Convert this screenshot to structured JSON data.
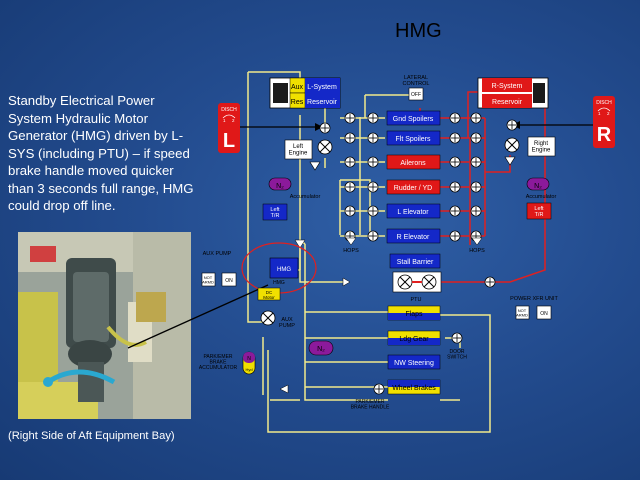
{
  "title": "HMG",
  "caption": "Standby Electrical Power System Hydraulic Motor Generator (HMG) driven by L-SYS (including PTU) – if speed brake handle moved quicker than 3 seconds full range, HMG could drop off line.",
  "photo_caption": "(Right Side of Aft Equipment Bay)",
  "colors": {
    "background": "#234c8f",
    "line_yellow": "#f0e68c",
    "line_red": "#e02020",
    "system_box_blue": "#1428c8",
    "system_box_red": "#e01818",
    "accumulator_purple": "#8b1a9b"
  },
  "diagram": {
    "l_system": {
      "aux": "Aux",
      "label": "L-System",
      "res": "Res",
      "reservoir": "Reservoir"
    },
    "r_system": {
      "label": "R-System",
      "reservoir": "Reservoir"
    },
    "disch_left": "DISCH",
    "disch_left_letter": "L",
    "disch_right": "DISCH",
    "disch_right_letter": "R",
    "disch_pins": [
      "1",
      "2"
    ],
    "left_engine": "Left\nEngine",
    "right_engine": "Right\nEngine",
    "lateral_control": "LATERAL\nCONTROL",
    "off": "OFF",
    "left_accumulator_label": "Accumulator",
    "right_accumulator_label": "Accumulator",
    "n2": "N₂",
    "left_tr": "Left\nT/R",
    "right_tr": "Left\nT/R",
    "hydraulic_users": [
      "Gnd Spoilers",
      "Flt Spoilers",
      "Ailerons",
      "Rudder / YD",
      "L Elevator",
      "R Elevator"
    ],
    "hops_left": "HOPS",
    "hops_right": "HOPS",
    "stall_barrier": "Stall Barrier",
    "ptu": "PTU",
    "hmg": "HMG",
    "aux_pump_switch_label": "AUX PUMP",
    "not_armed": "NOT\nARMD",
    "on": "ON",
    "dc_motor": "DC\nMotor",
    "aux_pump": "AUX\nPUMP",
    "power_xfr_unit": "POWER XFR UNIT",
    "flaps": "Flaps",
    "ldg_gear": "Ldg Gear",
    "door_switch": "DOOR\nSWITCH",
    "nw_steering": "NW Steering",
    "wheel_brakes": "Wheel Brakes",
    "park_brake_accumulator": "PARK/EMER\nBRAKE\nACCUMULATOR",
    "park_brake_handle": "PARK/EMER\nBRAKE HANDLE",
    "hyd": "Hyd",
    "n": "N"
  }
}
